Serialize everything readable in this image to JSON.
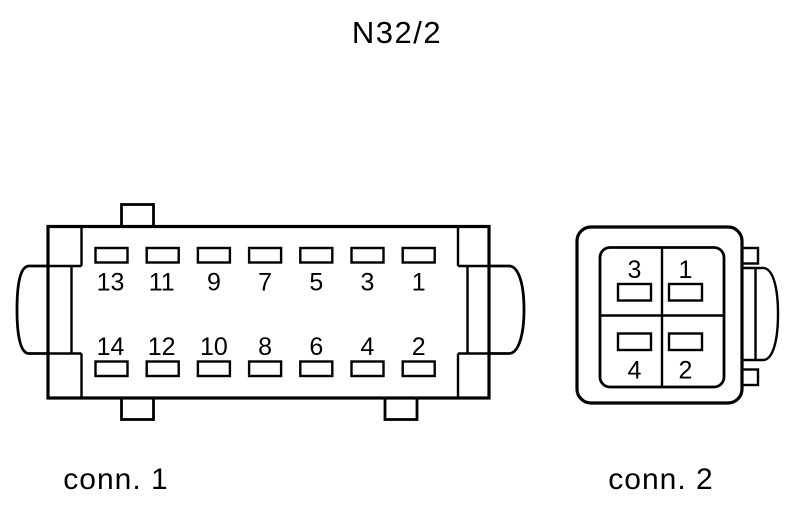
{
  "title": "N32/2",
  "colors": {
    "line": "#000000",
    "background": "#ffffff",
    "text": "#000000"
  },
  "conn1": {
    "label": "conn. 1",
    "pins_top": [
      "13",
      "11",
      "9",
      "7",
      "5",
      "3",
      "1"
    ],
    "pins_bottom": [
      "14",
      "12",
      "10",
      "8",
      "6",
      "4",
      "2"
    ]
  },
  "conn2": {
    "label": "conn. 2",
    "pins_top": [
      "3",
      "1"
    ],
    "pins_bottom": [
      "4",
      "2"
    ]
  }
}
